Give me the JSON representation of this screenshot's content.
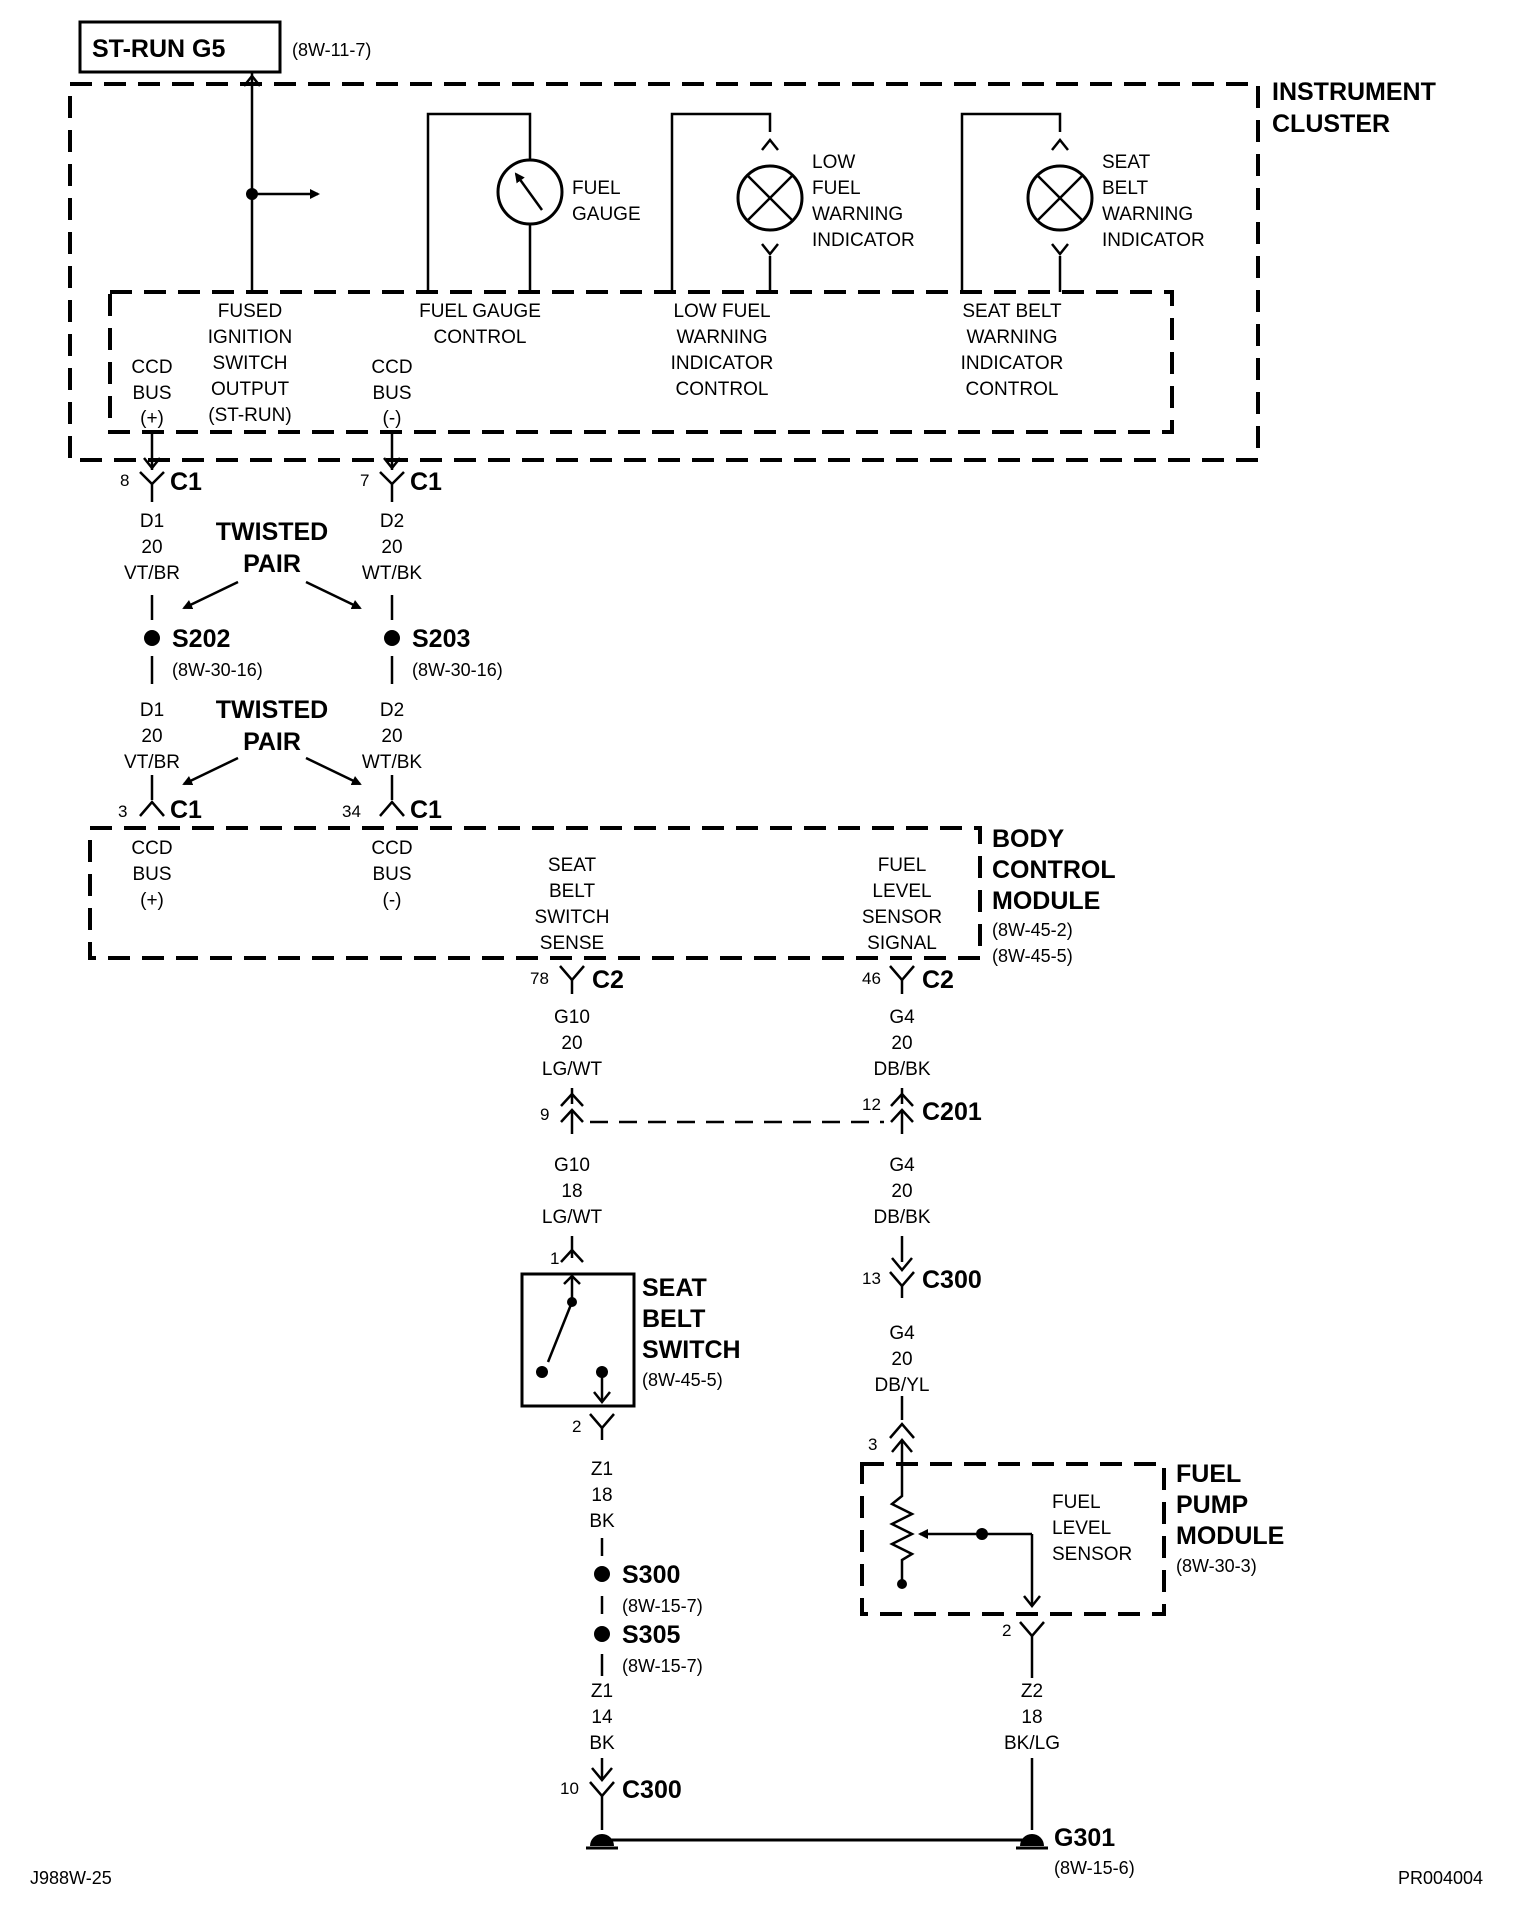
{
  "source_label": "ST-RUN G5",
  "source_ref": "(8W-11-7)",
  "instrument_cluster": {
    "title": [
      "INSTRUMENT",
      "CLUSTER"
    ],
    "fuel_gauge": [
      "FUEL",
      "GAUGE"
    ],
    "low_fuel_indicator": [
      "LOW",
      "FUEL",
      "WARNING",
      "INDICATOR"
    ],
    "seat_belt_indicator": [
      "SEAT",
      "BELT",
      "WARNING",
      "INDICATOR"
    ],
    "fused_ignition": [
      "FUSED",
      "IGNITION",
      "SWITCH",
      "OUTPUT",
      "(ST-RUN)"
    ],
    "fuel_gauge_control": [
      "FUEL GAUGE",
      "CONTROL"
    ],
    "low_fuel_control": [
      "LOW FUEL",
      "WARNING",
      "INDICATOR",
      "CONTROL"
    ],
    "seat_belt_control": [
      "SEAT BELT",
      "WARNING",
      "INDICATOR",
      "CONTROL"
    ],
    "ccd_bus_plus": [
      "CCD",
      "BUS",
      "(+)"
    ],
    "ccd_bus_minus": [
      "CCD",
      "BUS",
      "(-)"
    ]
  },
  "connectors": {
    "c1_pin8": "8",
    "c1_pin7": "7",
    "c1": "C1",
    "c1_pin3": "3",
    "c1_pin34": "34",
    "c2_pin78": "78",
    "c2_pin46": "46",
    "c2": "C2",
    "c201_pin9": "9",
    "c201_pin12": "12",
    "c201": "C201",
    "c300_pin13": "13",
    "c300_pin10": "10",
    "c300": "C300",
    "switch_pin1": "1",
    "switch_pin2": "2",
    "pump_pin3": "3",
    "pump_pin2": "2"
  },
  "wires": {
    "d1_upper": [
      "D1",
      "20",
      "VT/BR"
    ],
    "d2_upper": [
      "D2",
      "20",
      "WT/BK"
    ],
    "d1_lower": [
      "D1",
      "20",
      "VT/BR"
    ],
    "d2_lower": [
      "D2",
      "20",
      "WT/BK"
    ],
    "g10_upper": [
      "G10",
      "20",
      "LG/WT"
    ],
    "g4_upper": [
      "G4",
      "20",
      "DB/BK"
    ],
    "g10_lower": [
      "G10",
      "18",
      "LG/WT"
    ],
    "g4_mid": [
      "G4",
      "20",
      "DB/BK"
    ],
    "g4_lower": [
      "G4",
      "20",
      "DB/YL"
    ],
    "z1_upper": [
      "Z1",
      "18",
      "BK"
    ],
    "z1_lower": [
      "Z1",
      "14",
      "BK"
    ],
    "z2": [
      "Z2",
      "18",
      "BK/LG"
    ]
  },
  "twisted_pair": [
    "TWISTED",
    "PAIR"
  ],
  "splices": {
    "s202": "S202",
    "s202_ref": "(8W-30-16)",
    "s203": "S203",
    "s203_ref": "(8W-30-16)",
    "s300": "S300",
    "s300_ref": "(8W-15-7)",
    "s305": "S305",
    "s305_ref": "(8W-15-7)"
  },
  "bcm": {
    "title": [
      "BODY",
      "CONTROL",
      "MODULE"
    ],
    "refs": [
      "(8W-45-2)",
      "(8W-45-5)"
    ],
    "ccd_bus_plus": [
      "CCD",
      "BUS",
      "(+)"
    ],
    "ccd_bus_minus": [
      "CCD",
      "BUS",
      "(-)"
    ],
    "seat_belt_sense": [
      "SEAT",
      "BELT",
      "SWITCH",
      "SENSE"
    ],
    "fuel_level_signal": [
      "FUEL",
      "LEVEL",
      "SENSOR",
      "SIGNAL"
    ]
  },
  "seat_belt_switch": {
    "title": [
      "SEAT",
      "BELT",
      "SWITCH"
    ],
    "ref": "(8W-45-5)"
  },
  "fuel_pump_module": {
    "title": [
      "FUEL",
      "PUMP",
      "MODULE"
    ],
    "ref": "(8W-30-3)",
    "sensor": [
      "FUEL",
      "LEVEL",
      "SENSOR"
    ]
  },
  "ground": {
    "label": "G301",
    "ref": "(8W-15-6)"
  },
  "footer": {
    "left": "J988W-25",
    "right": "PR004004"
  }
}
